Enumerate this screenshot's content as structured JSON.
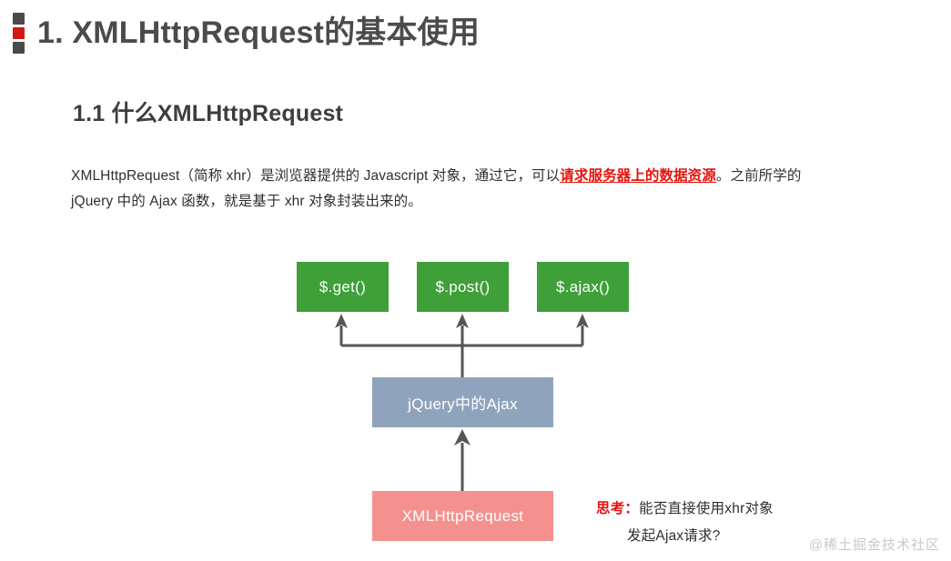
{
  "page": {
    "title": "1. XMLHttpRequest的基本使用",
    "sub_title": "1.1 什么XMLHttpRequest",
    "marker_colors": {
      "square": "#4a4a4a",
      "accent": "#d01a16"
    }
  },
  "paragraph": {
    "part1": "XMLHttpRequest（简称 xhr）是浏览器提供的 Javascript 对象，通过它，可以",
    "highlight": "请求服务器上的数据资源",
    "part2": "。之前所学的 jQuery 中的 Ajax 函数，就是基于 xhr 对象封装出来的。",
    "highlight_color": "#e8120b"
  },
  "diagram": {
    "type": "flow",
    "nodes": [
      {
        "id": "get",
        "label": "$.get()",
        "color": "#3f9f39",
        "text_color": "#ffffff"
      },
      {
        "id": "post",
        "label": "$.post()",
        "color": "#3f9f39",
        "text_color": "#ffffff"
      },
      {
        "id": "ajax",
        "label": "$.ajax()",
        "color": "#3f9f39",
        "text_color": "#ffffff"
      },
      {
        "id": "jq",
        "label": "jQuery中的Ajax",
        "color": "#8fa3bd",
        "text_color": "#ffffff"
      },
      {
        "id": "xhr",
        "label": "XMLHttpRequest",
        "color": "#f4918e",
        "text_color": "#ffffff"
      }
    ],
    "edges": [
      {
        "from": "xhr",
        "to": "jq",
        "arrow": "up"
      },
      {
        "from": "jq",
        "to": "get",
        "arrow": "up"
      },
      {
        "from": "jq",
        "to": "post",
        "arrow": "up"
      },
      {
        "from": "jq",
        "to": "ajax",
        "arrow": "up"
      }
    ],
    "edge_color": "#565656"
  },
  "annotation": {
    "lead": "思考：",
    "line1": "能否直接使用xhr对象",
    "line2": "发起Ajax请求?",
    "lead_color": "#e8120b"
  },
  "watermark": {
    "text": "@稀土掘金技术社区"
  }
}
